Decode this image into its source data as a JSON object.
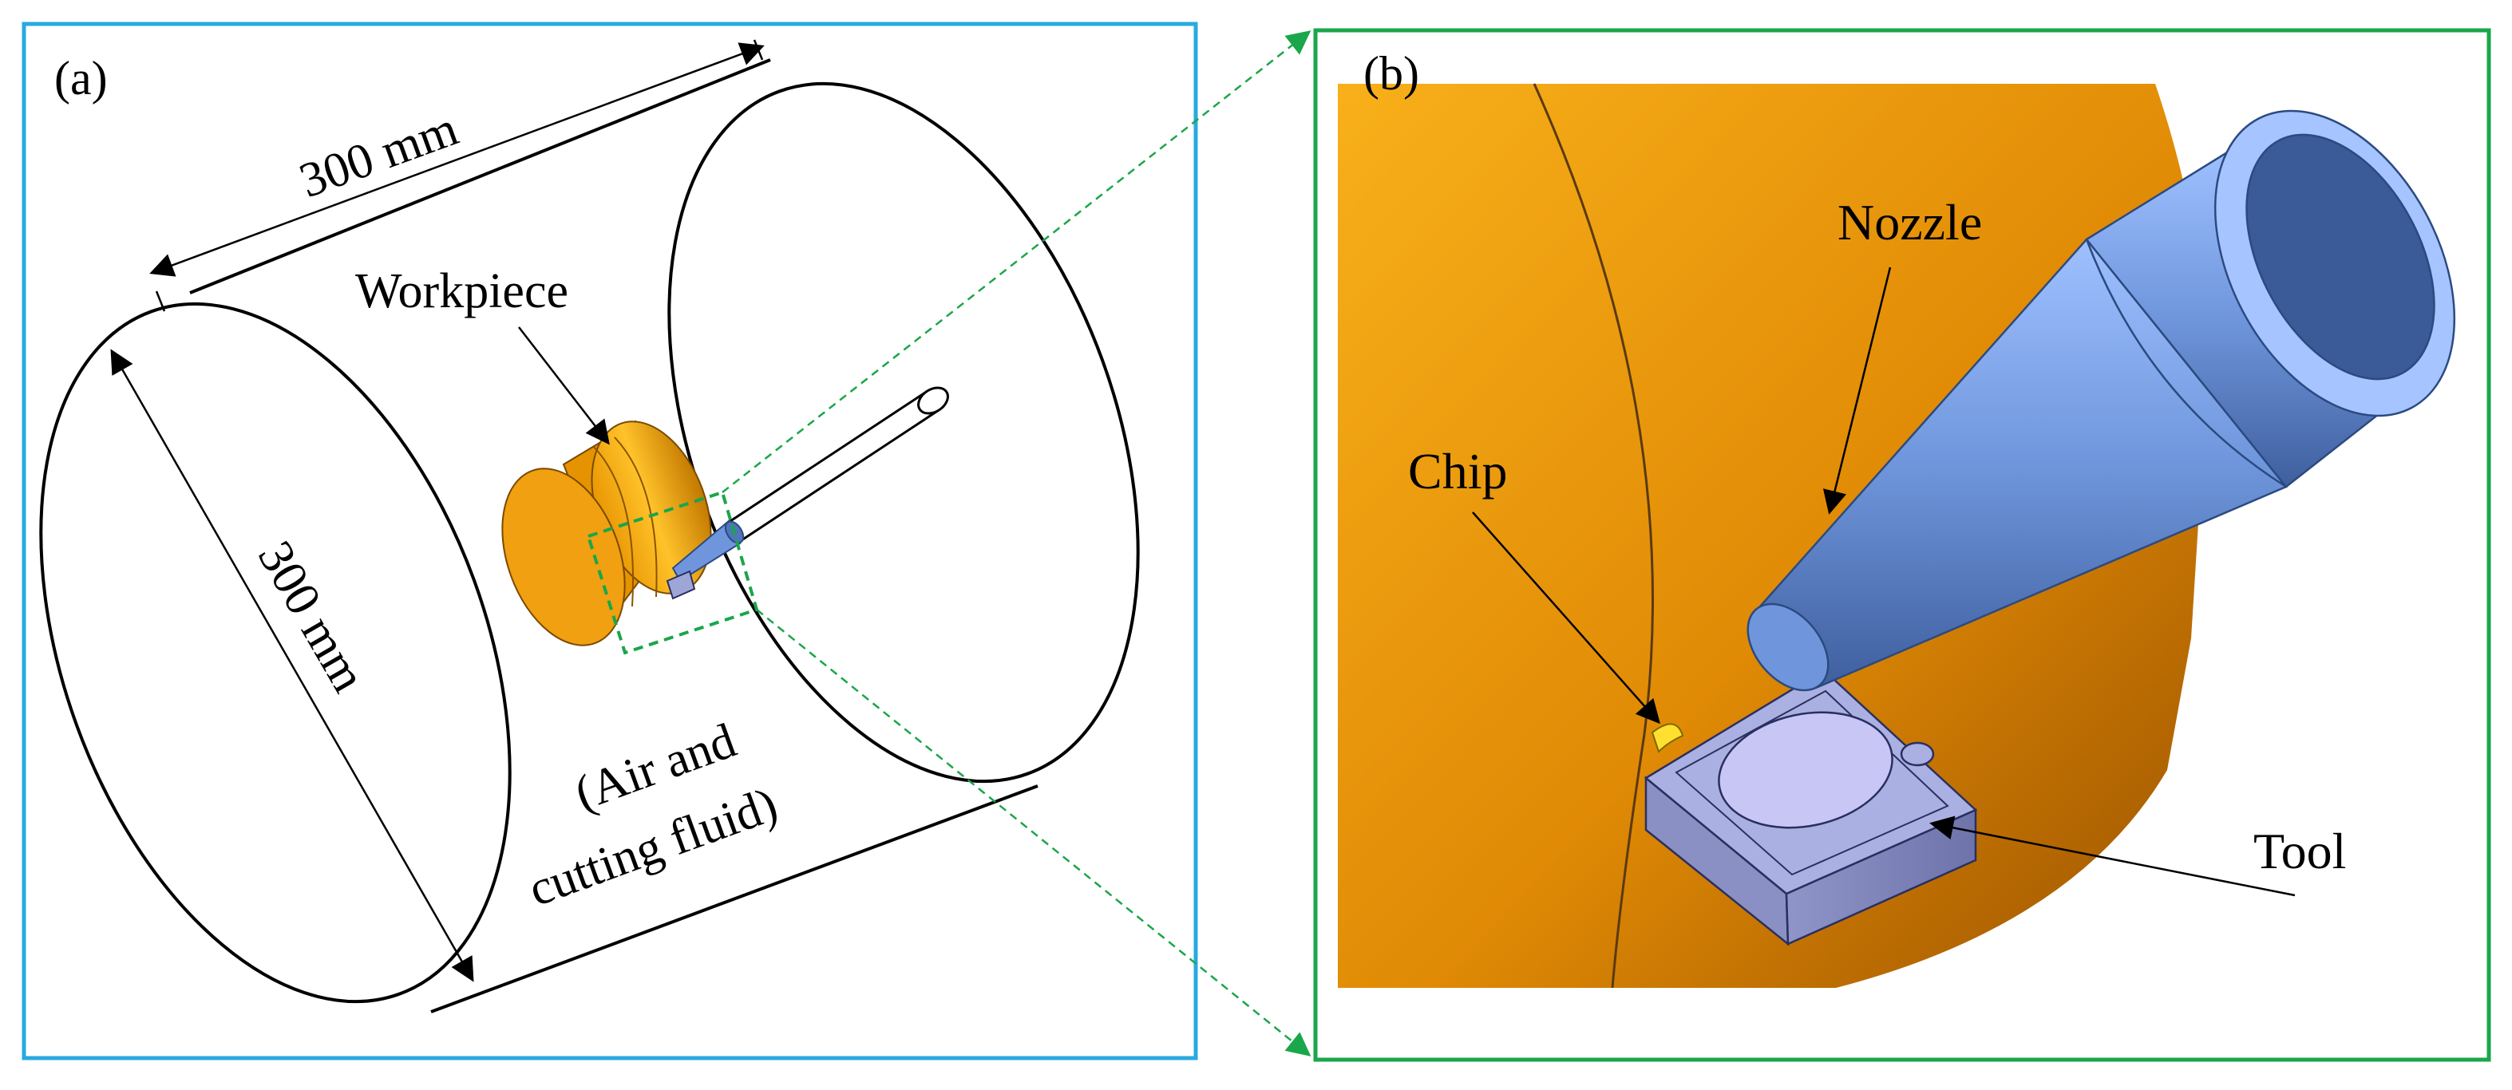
{
  "panel_a": {
    "label": "(a)",
    "length_dim": "300 mm",
    "diameter_dim": "300 mm",
    "workpiece_label": "Workpiece",
    "medium_label_line1": "(Air and",
    "medium_label_line2": "cutting fluid)",
    "frame_color": "#29a9e0"
  },
  "panel_b": {
    "label": "(b)",
    "nozzle_label": "Nozzle",
    "chip_label": "Chip",
    "tool_label": "Tool",
    "frame_color": "#1aa64a"
  },
  "colors": {
    "workpiece": "#f0a010",
    "nozzle": "#7eaaf0",
    "tool": "#9ea6d8",
    "chip": "#ffe030",
    "zoom_link": "#1aa64a"
  }
}
